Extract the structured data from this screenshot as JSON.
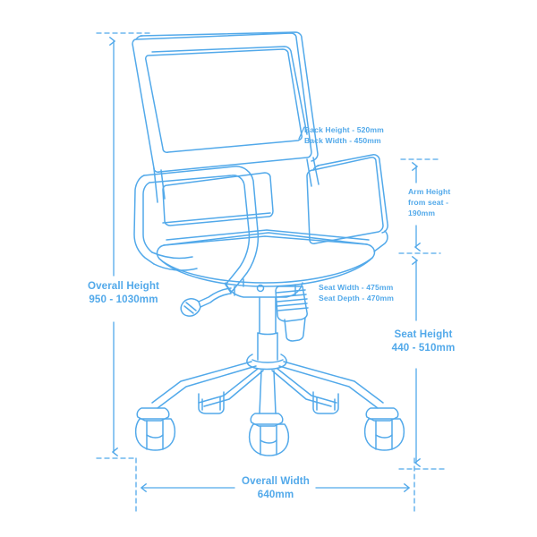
{
  "drawing": {
    "subject": "office-chair-dimensions",
    "line_color": "#52A9EA",
    "line_color_light": "#8FCBF2",
    "background_color": "#FFFFFF"
  },
  "annotations": {
    "back_height": "Back Height - 520mm",
    "back_width": "Back Width - 450mm",
    "arm_height_line1": "Arm Height",
    "arm_height_line2": "from seat -",
    "arm_height_line3": "190mm",
    "seat_width": "Seat Width - 475mm",
    "seat_depth": "Seat Depth - 470mm",
    "overall_height_title": "Overall Height",
    "overall_height_value": "950 - 1030mm",
    "seat_height_title": "Seat Height",
    "seat_height_value": "440 - 510mm",
    "overall_width_title": "Overall Width",
    "overall_width_value": "640mm"
  },
  "dimensions": {
    "overall_height": {
      "label": "Overall Height",
      "value": "950 - 1030mm",
      "min_mm": 950,
      "max_mm": 1030
    },
    "overall_width": {
      "label": "Overall Width",
      "value": "640mm",
      "value_mm": 640
    },
    "seat_height": {
      "label": "Seat Height",
      "value": "440 - 510mm",
      "min_mm": 440,
      "max_mm": 510
    },
    "arm_height_from_seat": {
      "label": "Arm Height from seat",
      "value": "190mm",
      "value_mm": 190
    },
    "back_height": {
      "label": "Back Height",
      "value": "520mm",
      "value_mm": 520
    },
    "back_width": {
      "label": "Back Width",
      "value": "450mm",
      "value_mm": 450
    },
    "seat_width": {
      "label": "Seat Width",
      "value": "475mm",
      "value_mm": 475
    },
    "seat_depth": {
      "label": "Seat Depth",
      "value": "470mm",
      "value_mm": 470
    }
  }
}
